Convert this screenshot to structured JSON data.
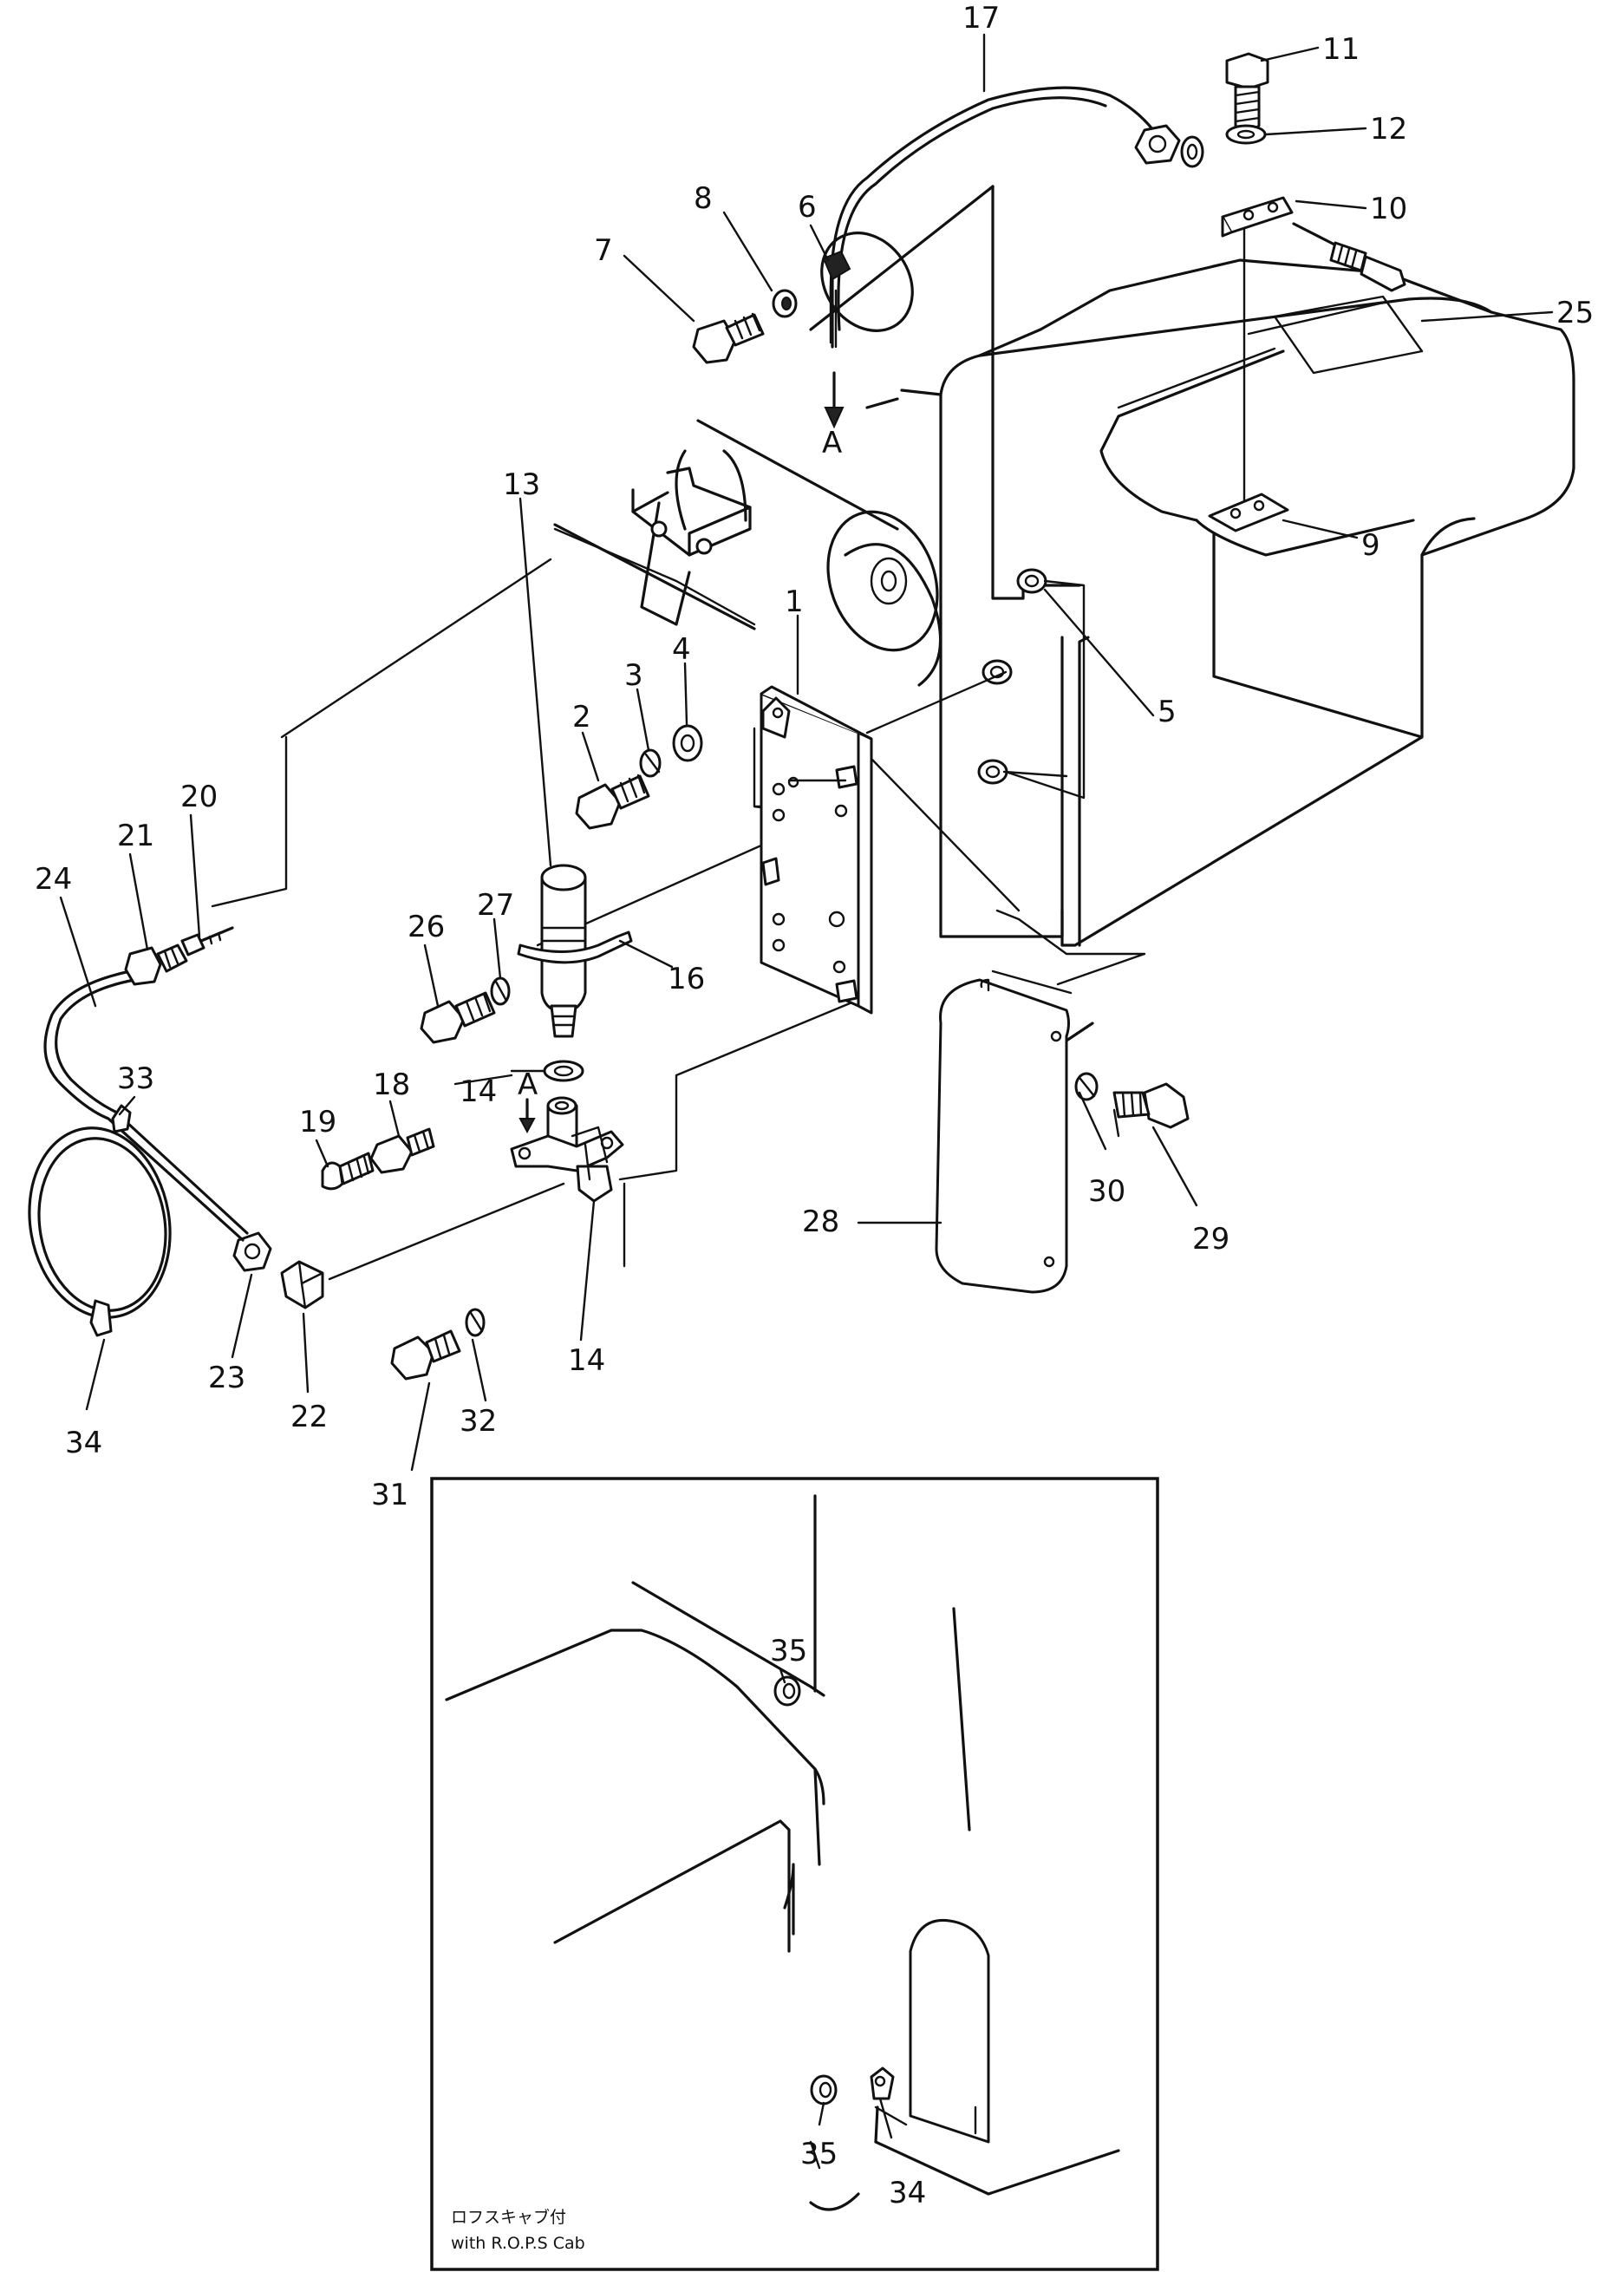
{
  "callouts": {
    "c1": "1",
    "c2": "2",
    "c3": "3",
    "c4": "4",
    "c5": "5",
    "c6": "6",
    "c7": "7",
    "c8": "8",
    "c9": "9",
    "c10": "10",
    "c11": "11",
    "c12": "12",
    "c13": "13",
    "c14a": "14",
    "c14b": "14",
    "c16": "16",
    "c17": "17",
    "c18": "18",
    "c19": "19",
    "c20": "20",
    "c21": "21",
    "c22": "22",
    "c23": "23",
    "c24": "24",
    "c25": "25",
    "c26": "26",
    "c27": "27",
    "c28": "28",
    "c29": "29",
    "c30": "30",
    "c31": "31",
    "c32": "32",
    "c33": "33",
    "c34a": "34",
    "c34b": "34",
    "c35a": "35",
    "c35b": "35"
  },
  "view_markers": {
    "a_top": "A",
    "a_mid": "A"
  },
  "inset": {
    "note_jp": "ロフスキャブ付",
    "note_en": "with R.O.P.S Cab"
  }
}
